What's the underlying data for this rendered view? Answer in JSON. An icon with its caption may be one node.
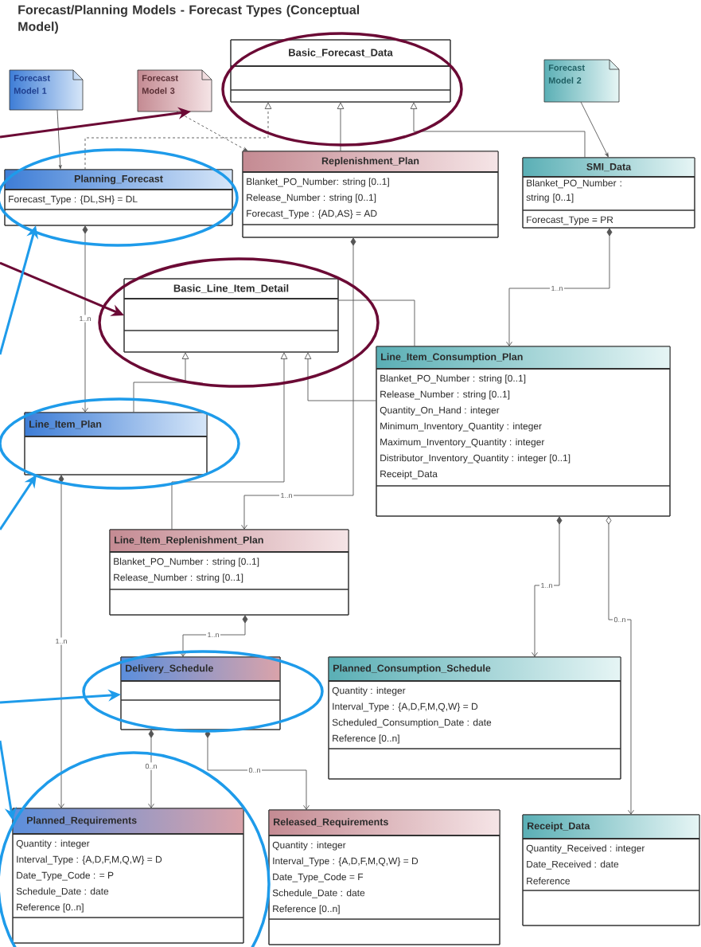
{
  "diagram": {
    "title": "Forecast/Planning Models - Forecast Types (Conceptual Model)",
    "nodes": [
      {
        "text": [
          "Forecast Model 1"
        ]
      },
      {
        "text": [
          "Forecast Model 3"
        ]
      },
      {
        "text": [
          "Basic_Forecast_Data"
        ]
      },
      {
        "text": [
          "Forecast Model 2"
        ]
      },
      {
        "text": [
          "Planning_Forecast",
          "Forecast_Type : {DL,SH} = DL"
        ]
      },
      {
        "text": [
          "Replenishment_Plan",
          "Blanket_PO_Number: string [0..1]",
          "Release_Number : string [0..1]",
          "Forecast_Type : {AD,AS} = AD"
        ]
      },
      {
        "text": [
          "SMI_Data",
          "Blanket_PO_Number : string [0..1]",
          "Forecast_Type = PR"
        ]
      },
      {
        "text": [
          "Basic_Line_Item_Detail"
        ]
      },
      {
        "text": [
          "Line_Item_Consumption_Plan",
          "Blanket_PO_Number : string [0..1]",
          "Release_Number : string [0..1]",
          "Quantity_On_Hand : integer",
          "Minimum_Inventory_Quantity : integer",
          "Maximum_Inventory_Quantity : integer",
          "Distributor_Inventory_Quantity : integer [0..1]",
          "Receipt_Data"
        ]
      },
      {
        "text": [
          "Line_Item_Plan"
        ]
      },
      {
        "text": [
          "Line_Item_Replenishment_Plan",
          "Blanket_PO_Number : string [0..1]",
          "Release_Number : string [0..1]"
        ]
      },
      {
        "text": [
          "Delivery_Schedule"
        ]
      },
      {
        "text": [
          "Planned_Consumption_Schedule",
          "Quantity : integer",
          "Interval_Type : {A,D,F,M,Q,W} = D",
          "Scheduled_Consumption_Date : date",
          "Reference [0..n]"
        ]
      },
      {
        "text": [
          "Planned_Requirements",
          "Quantity : integer",
          "Interval_Type : {A,D,F,M,Q,W} = D",
          "Date_Type_Code : = P",
          "Schedule_Date : date",
          "Reference [0..n]"
        ]
      },
      {
        "text": [
          "Released_Requirements",
          "Quantity : integer",
          "Interval_Type : {A,D,F,M,Q,W} = D",
          "Date_Type_Code = F",
          "Schedule_Date : date",
          "Reference [0..n]"
        ]
      },
      {
        "text": [
          "Receipt_Data",
          "Quantity_Received : integer",
          "Date_Received : date",
          "Reference"
        ]
      }
    ],
    "edges": [
      {
        "from": 0,
        "to": 4,
        "arrow": "to"
      },
      {
        "from": 1,
        "to": 5,
        "arrow": "to",
        "style": "dashed"
      },
      {
        "from": 3,
        "to": 6,
        "arrow": "to"
      },
      {
        "from": 4,
        "to": 2,
        "arrow": "to",
        "style": "dashed"
      },
      {
        "from": 5,
        "to": 2,
        "arrow": "to"
      },
      {
        "from": 6,
        "to": 2,
        "arrow": "to"
      },
      {
        "from": 4,
        "to": 9,
        "arrow": "to",
        "label": "1..n"
      },
      {
        "from": 5,
        "to": 10,
        "arrow": "to",
        "label": "1..n"
      },
      {
        "from": 6,
        "to": 8,
        "arrow": "to",
        "label": "1..n"
      },
      {
        "from": 9,
        "to": 7,
        "arrow": "to"
      },
      {
        "from": 10,
        "to": 7,
        "arrow": "to"
      },
      {
        "from": 8,
        "to": 7,
        "arrow": "to"
      },
      {
        "from": 7,
        "to": 8,
        "arrow": "none"
      },
      {
        "from": 9,
        "to": 13,
        "arrow": "to",
        "label": "1..n"
      },
      {
        "from": 10,
        "to": 11,
        "arrow": "to",
        "label": "1..n"
      },
      {
        "from": 11,
        "to": 13,
        "arrow": "to",
        "label": "0..n"
      },
      {
        "from": 11,
        "to": 14,
        "arrow": "to",
        "label": "0..n"
      },
      {
        "from": 8,
        "to": 12,
        "arrow": "to",
        "label": "1..n"
      },
      {
        "from": 8,
        "to": 15,
        "arrow": "to",
        "label": "0..n"
      },
      {
        "from": null,
        "to": 1,
        "arrow": "to",
        "style": "thick",
        "color": "#6b0a35"
      },
      {
        "from": null,
        "to": 7,
        "arrow": "to",
        "style": "thick",
        "color": "#6b0a35"
      },
      {
        "from": null,
        "to": 4,
        "arrow": "to",
        "style": "thick",
        "color": "#1e9bea"
      },
      {
        "from": null,
        "to": 9,
        "arrow": "to",
        "style": "thick",
        "color": "#1e9bea"
      },
      {
        "from": null,
        "to": 11,
        "arrow": "to",
        "style": "thick",
        "color": "#1e9bea"
      },
      {
        "from": null,
        "to": 13,
        "arrow": "to",
        "style": "thick",
        "color": "#1e9bea"
      }
    ]
  }
}
